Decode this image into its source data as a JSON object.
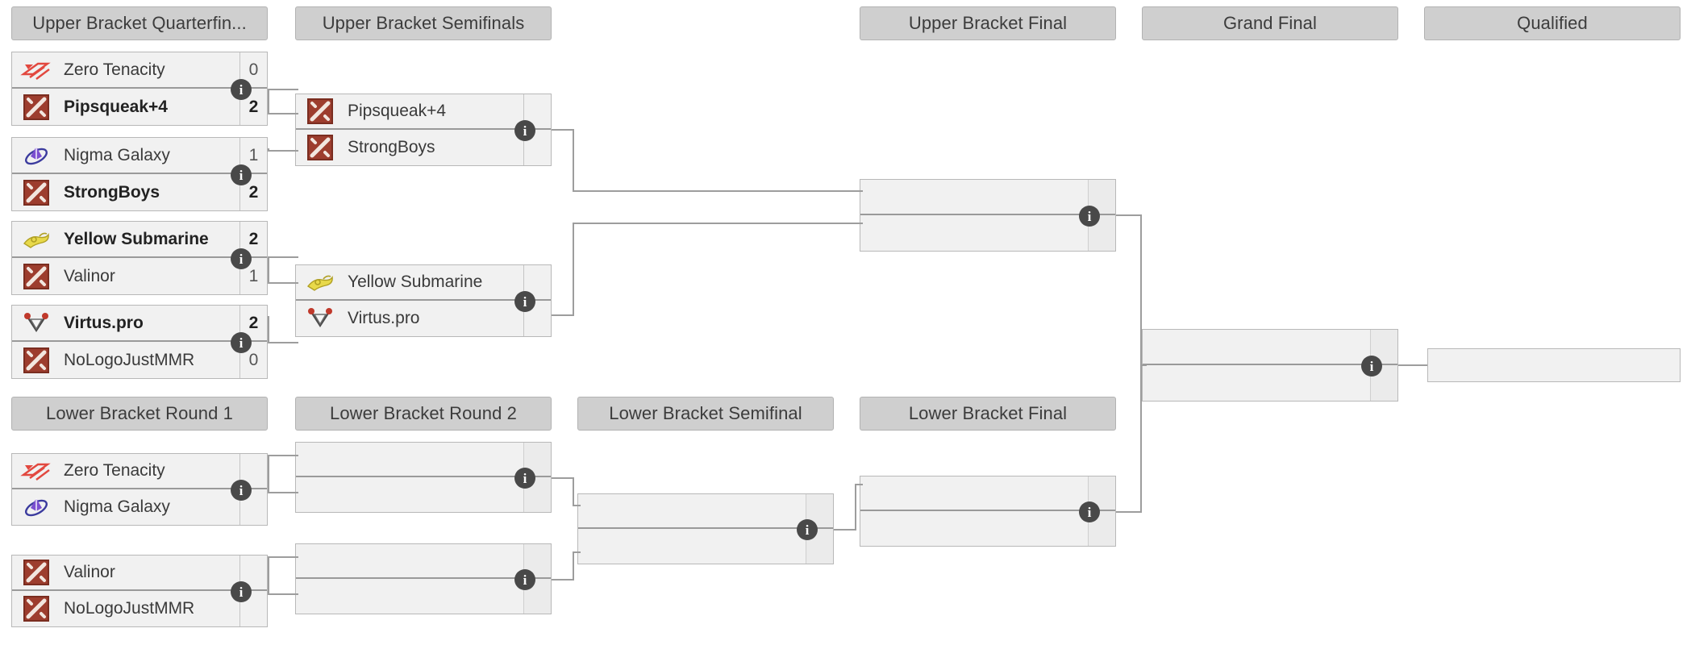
{
  "title": "Tournament Bracket",
  "rounds": [
    {
      "id": "ubqf",
      "label": "Upper Bracket Quarterfin..."
    },
    {
      "id": "ubsf",
      "label": "Upper Bracket Semifinals"
    },
    {
      "id": "ubf",
      "label": "Upper Bracket Final"
    },
    {
      "id": "gf",
      "label": "Grand Final"
    },
    {
      "id": "qual",
      "label": "Qualified"
    },
    {
      "id": "lbr1",
      "label": "Lower Bracket Round 1"
    },
    {
      "id": "lbr2",
      "label": "Lower Bracket Round 2"
    },
    {
      "id": "lbsf",
      "label": "Lower Bracket Semifinal"
    },
    {
      "id": "lbf",
      "label": "Lower Bracket Final"
    }
  ],
  "matches": {
    "ubqf1": {
      "top": {
        "team": "Zero Tenacity",
        "score": "0",
        "logo": "zero-tenacity-logo",
        "winner": false
      },
      "bottom": {
        "team": "Pipsqueak+4",
        "score": "2",
        "logo": "dota-default-logo",
        "winner": true
      }
    },
    "ubqf2": {
      "top": {
        "team": "Nigma Galaxy",
        "score": "1",
        "logo": "nigma-galaxy-logo",
        "winner": false
      },
      "bottom": {
        "team": "StrongBoys",
        "score": "2",
        "logo": "dota-default-logo",
        "winner": true
      }
    },
    "ubqf3": {
      "top": {
        "team": "Yellow Submarine",
        "score": "2",
        "logo": "yellow-submarine-logo",
        "winner": true
      },
      "bottom": {
        "team": "Valinor",
        "score": "1",
        "logo": "dota-default-logo",
        "winner": false
      }
    },
    "ubqf4": {
      "top": {
        "team": "Virtus.pro",
        "score": "2",
        "logo": "virtus-pro-logo",
        "winner": true
      },
      "bottom": {
        "team": "NoLogoJustMMR",
        "score": "0",
        "logo": "dota-default-logo",
        "winner": false
      }
    },
    "ubsf1": {
      "top": {
        "team": "Pipsqueak+4",
        "score": "",
        "logo": "dota-default-logo",
        "winner": false
      },
      "bottom": {
        "team": "StrongBoys",
        "score": "",
        "logo": "dota-default-logo",
        "winner": false
      }
    },
    "ubsf2": {
      "top": {
        "team": "Yellow Submarine",
        "score": "",
        "logo": "yellow-submarine-logo",
        "winner": false
      },
      "bottom": {
        "team": "Virtus.pro",
        "score": "",
        "logo": "virtus-pro-logo",
        "winner": false
      }
    },
    "ubf1": {
      "top": {
        "team": "",
        "score": "",
        "logo": "",
        "winner": false
      },
      "bottom": {
        "team": "",
        "score": "",
        "logo": "",
        "winner": false
      }
    },
    "gf1": {
      "top": {
        "team": "",
        "score": "",
        "logo": "",
        "winner": false
      },
      "bottom": {
        "team": "",
        "score": "",
        "logo": "",
        "winner": false
      }
    },
    "qual1": {
      "top": {
        "team": "",
        "score": "",
        "logo": "",
        "winner": false
      }
    },
    "lbr1a": {
      "top": {
        "team": "Zero Tenacity",
        "score": "",
        "logo": "zero-tenacity-logo",
        "winner": false
      },
      "bottom": {
        "team": "Nigma Galaxy",
        "score": "",
        "logo": "nigma-galaxy-logo",
        "winner": false
      }
    },
    "lbr1b": {
      "top": {
        "team": "Valinor",
        "score": "",
        "logo": "dota-default-logo",
        "winner": false
      },
      "bottom": {
        "team": "NoLogoJustMMR",
        "score": "",
        "logo": "dota-default-logo",
        "winner": false
      }
    },
    "lbr2a": {
      "top": {
        "team": "",
        "score": "",
        "logo": "",
        "winner": false
      },
      "bottom": {
        "team": "",
        "score": "",
        "logo": "",
        "winner": false
      }
    },
    "lbr2b": {
      "top": {
        "team": "",
        "score": "",
        "logo": "",
        "winner": false
      },
      "bottom": {
        "team": "",
        "score": "",
        "logo": "",
        "winner": false
      }
    },
    "lbsf1": {
      "top": {
        "team": "",
        "score": "",
        "logo": "",
        "winner": false
      },
      "bottom": {
        "team": "",
        "score": "",
        "logo": "",
        "winner": false
      }
    },
    "lbf1": {
      "top": {
        "team": "",
        "score": "",
        "logo": "",
        "winner": false
      },
      "bottom": {
        "team": "",
        "score": "",
        "logo": "",
        "winner": false
      }
    }
  },
  "info_badge_glyph": "i",
  "colors": {
    "header_bg": "#cfcfcf",
    "header_border": "#b2b2b2",
    "match_bg": "#f1f1f1",
    "match_border": "#b8b8b8",
    "connector": "#9d9d9d",
    "badge_bg": "#494949",
    "text": "#3a3a3a"
  }
}
